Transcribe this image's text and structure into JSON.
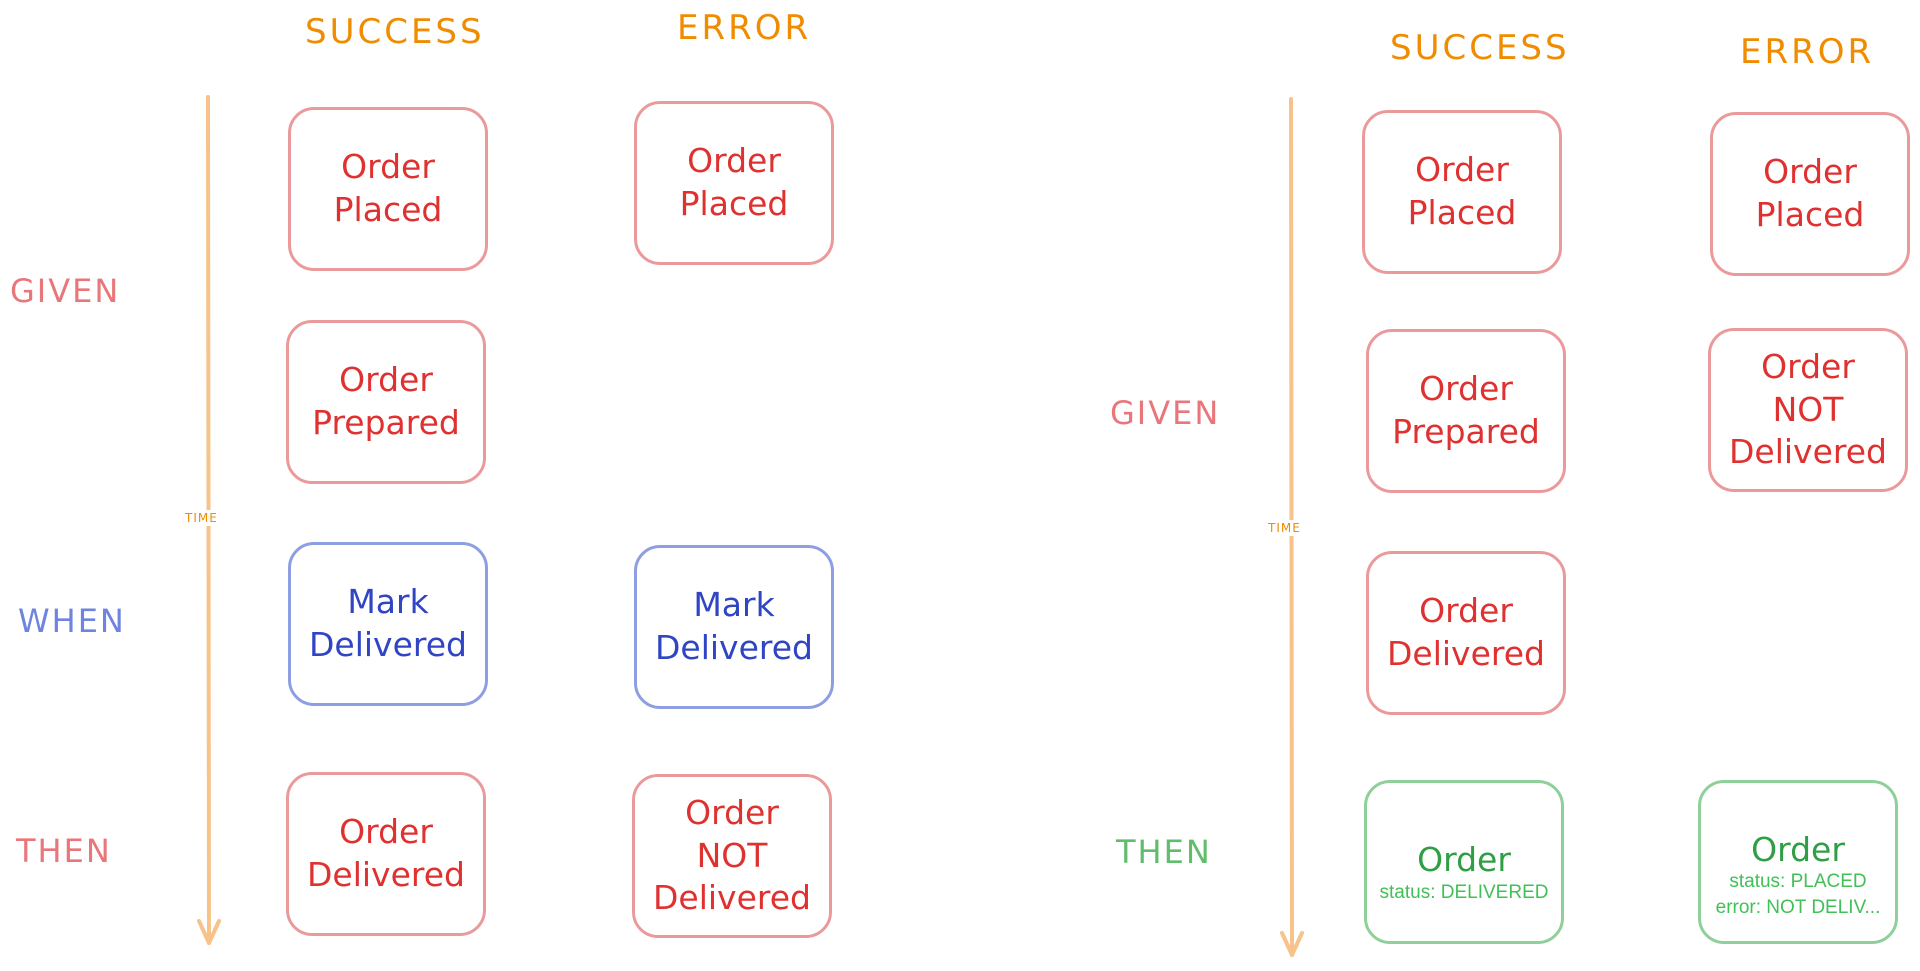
{
  "left": {
    "columns": {
      "success": "SUCCESS",
      "error": "ERROR"
    },
    "rows": {
      "given": "GIVEN",
      "when": "WHEN",
      "then": "THEN"
    },
    "time_label": "TIME",
    "success": {
      "given1": [
        "Order",
        "Placed"
      ],
      "given2": [
        "Order",
        "Prepared"
      ],
      "when": [
        "Mark",
        "Delivered"
      ],
      "then": [
        "Order",
        "Delivered"
      ]
    },
    "error": {
      "given1": [
        "Order",
        "Placed"
      ],
      "when": [
        "Mark",
        "Delivered"
      ],
      "then": [
        "Order",
        "NOT",
        "Delivered"
      ]
    }
  },
  "right": {
    "columns": {
      "success": "SUCCESS",
      "error": "ERROR"
    },
    "rows": {
      "given": "GIVEN",
      "then": "THEN"
    },
    "time_label": "TIME",
    "success": {
      "given1": [
        "Order",
        "Placed"
      ],
      "given2": [
        "Order",
        "Prepared"
      ],
      "given3": [
        "Order",
        "Delivered"
      ],
      "then": {
        "title": "Order",
        "lines": [
          "status: DELIVERED"
        ]
      }
    },
    "error": {
      "given1": [
        "Order",
        "Placed"
      ],
      "given2": [
        "Order",
        "NOT",
        "Delivered"
      ],
      "then": {
        "title": "Order",
        "lines": [
          "status: PLACED",
          "error: NOT DELIV..."
        ]
      }
    }
  },
  "colors": {
    "header": "#f08c00",
    "arrow": "#f7c38a",
    "event_border": "#eb9a9c",
    "event_text": "#e03131",
    "command_border": "#8d9ee3",
    "command_text": "#2f45c4",
    "state_border": "#8fd09a",
    "state_text": "#2f9e44"
  }
}
